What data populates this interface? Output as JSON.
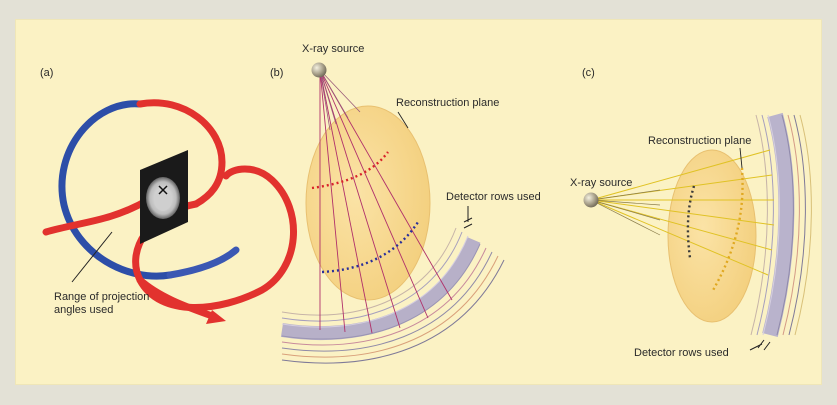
{
  "panels": {
    "a": {
      "letter": "(a)",
      "annotation_lines": [
        "Range of projection",
        "angles used"
      ]
    },
    "b": {
      "letter": "(b)",
      "source_label": "X-ray source",
      "plane_label": "Reconstruction plane",
      "detector_label": "Detector rows used"
    },
    "c": {
      "letter": "(c)",
      "source_label": "X-ray source",
      "plane_label": "Reconstruction plane",
      "detector_label": "Detector rows used"
    }
  },
  "colors": {
    "panel_background": "#fbf2c4",
    "helix_red": "#e2322e",
    "helix_blue": "#2d4ea8",
    "plane_fill": "#f8d98a",
    "ray_magenta": "#b0306a",
    "ray_yellow": "#e0c224",
    "dots_red": "#d8232a",
    "dots_blue": "#2a2f9a"
  },
  "icons": {
    "source": "sphere-icon",
    "slice": "ct-slice-icon"
  }
}
